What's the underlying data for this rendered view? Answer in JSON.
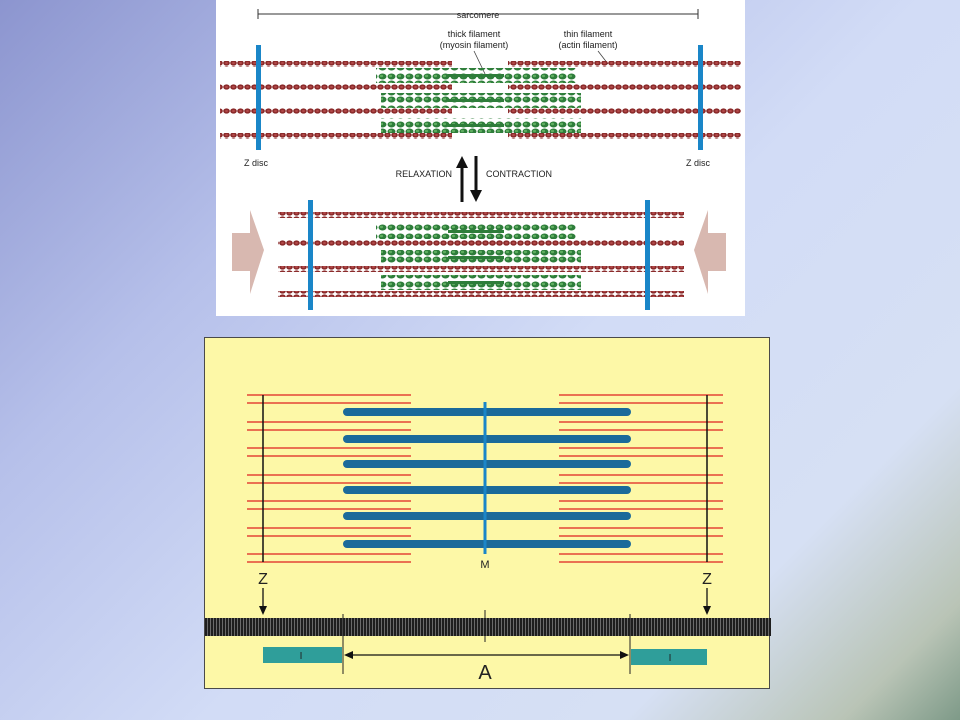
{
  "top_diagram": {
    "sarcomere_label": "sarcomere",
    "thick_filament_label_line1": "thick filament",
    "thick_filament_label_line2": "(myosin filament)",
    "thin_filament_label_line1": "thin filament",
    "thin_filament_label_line2": "(actin filament)",
    "z_disc_left_label": "Z disc",
    "z_disc_right_label": "Z disc",
    "relaxation_label": "RELAXATION",
    "contraction_label": "CONTRACTION"
  },
  "bottom_diagram": {
    "m_line_label": "M",
    "z_left_label": "Z",
    "z_right_label": "Z",
    "i_band_left_label": "I",
    "i_band_right_label": "I",
    "a_band_label": "A"
  },
  "colors": {
    "actin": "#8a2a2a",
    "myosin": "#2e7d3a",
    "z_disc": "#1a86c8",
    "thick_filament_bottom": "#1b6a9a",
    "thin_filament_bottom": "#e02020",
    "i_band": "#2f9e9a",
    "bottom_background": "#fdf8a7"
  }
}
